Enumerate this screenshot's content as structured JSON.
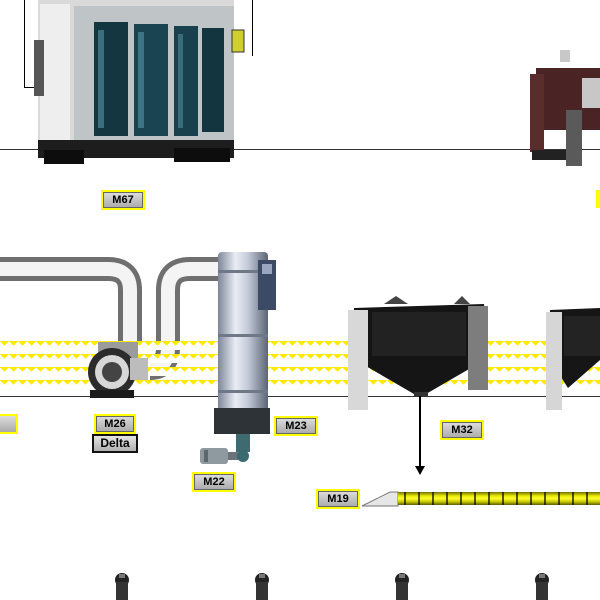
{
  "labels": {
    "m67": "M67",
    "m26": "M26",
    "delta": "Delta",
    "m23": "M23",
    "m22": "M22",
    "m32": "M32",
    "m19": "M19"
  },
  "colors": {
    "tag_border": "#ffff00",
    "conveyor": "#e8e800",
    "background": "#ffffff"
  }
}
